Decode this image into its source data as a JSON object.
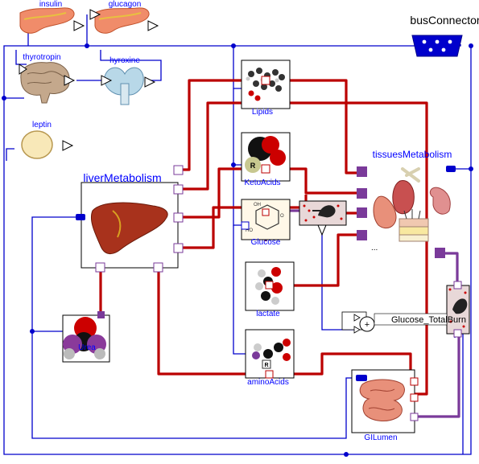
{
  "diagram": {
    "bus_label": "busConnector",
    "components": {
      "insulin": "insulin",
      "glucagon": "glucagon",
      "thyrotropin": "thyrotropin",
      "thyroxine": "hyroxine",
      "leptin": "leptin",
      "liver": "liverMetabolism",
      "lipids": "Lipids",
      "ketoacids": "KetoAcids",
      "glucose": "Glucose",
      "lactate": "lactate",
      "aminoacids": "aminoAcids",
      "tissues": "tissuesMetabolism",
      "urea": "Urea",
      "gilumen": "GILumen"
    },
    "glucose_total": "Glucose_TotalBurn",
    "sum_symbol": "+",
    "ellipsis": "...",
    "glucose_molecule_letters": {
      "oh": "OH",
      "ho": "HO",
      "o": "O"
    },
    "ketoacid_r": "R",
    "aminoacid_r": "R",
    "colors": {
      "signal": "#0000cc",
      "blood_flow": "#bb0000",
      "gi_flow": "#7a3a9a",
      "label": "#0000ff",
      "port_fill": "#7a3a9a"
    }
  }
}
